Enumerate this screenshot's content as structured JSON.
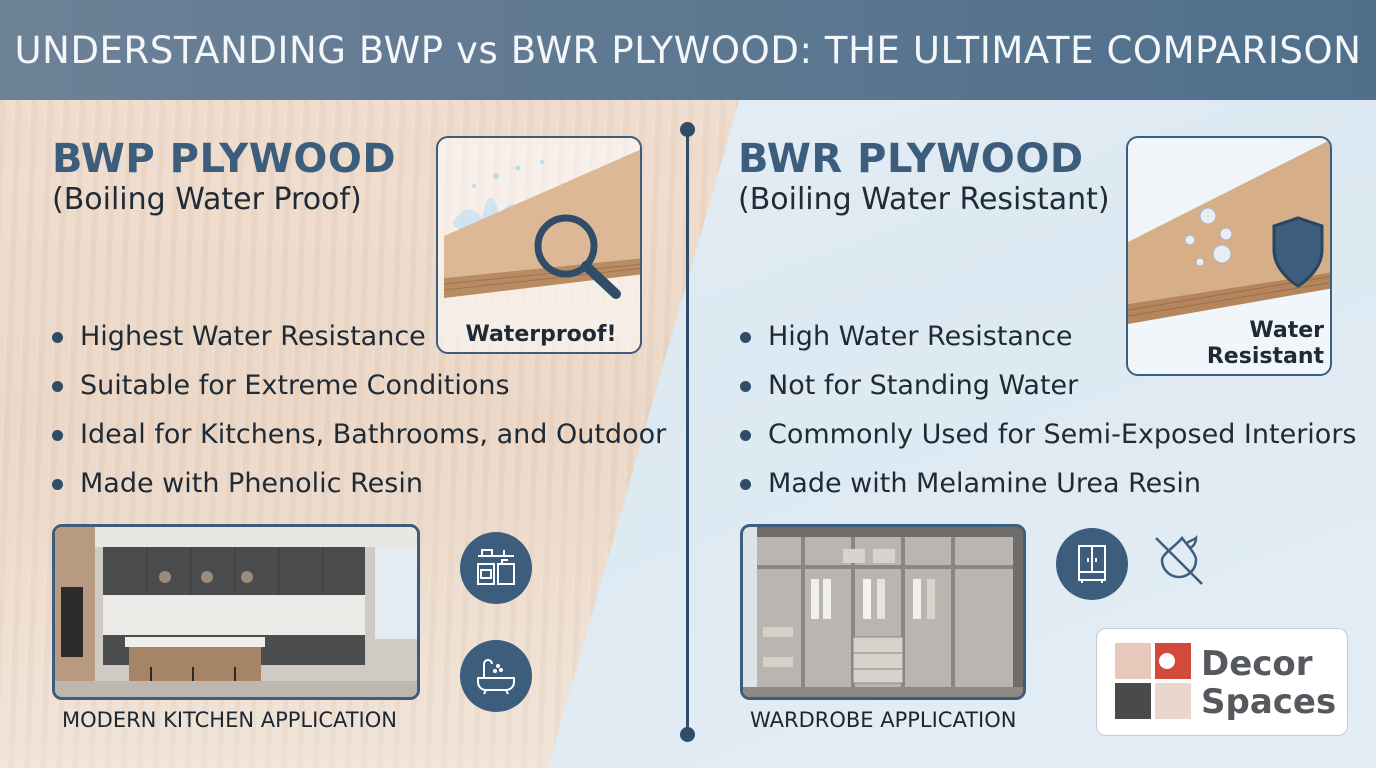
{
  "header": {
    "title": "UNDERSTANDING BWP vs BWR PLYWOOD: THE ULTIMATE COMPARISON"
  },
  "bwp": {
    "title": "BWP PLYWOOD",
    "subtitle": "(Boiling Water Proof)",
    "badge_label": "Waterproof!",
    "bullets": [
      "Highest Water Resistance",
      "Suitable for Extreme Conditions",
      "Ideal for Kitchens, Bathrooms, and Outdoor",
      "Made with Phenolic Resin"
    ],
    "caption": "MODERN KITCHEN APPLICATION",
    "icons": [
      "kitchen-icon",
      "bathtub-icon"
    ]
  },
  "bwr": {
    "title": "BWR PLYWOOD",
    "subtitle": "(Boiling Water Resistant)",
    "badge_label_line1": "Water",
    "badge_label_line2": "Resistant",
    "bullets": [
      "High Water Resistance",
      "Not for Standing Water",
      "Commonly Used for Semi-Exposed Interiors",
      "Made with Melamine Urea Resin"
    ],
    "caption": "WARDROBE APPLICATION",
    "icons": [
      "wardrobe-icon",
      "no-water-icon"
    ]
  },
  "logo": {
    "line1": "Decor",
    "line2": "Spaces"
  },
  "colors": {
    "accent": "#3c5d7c",
    "header": "#5d7891",
    "wood": "#d9b48f"
  }
}
